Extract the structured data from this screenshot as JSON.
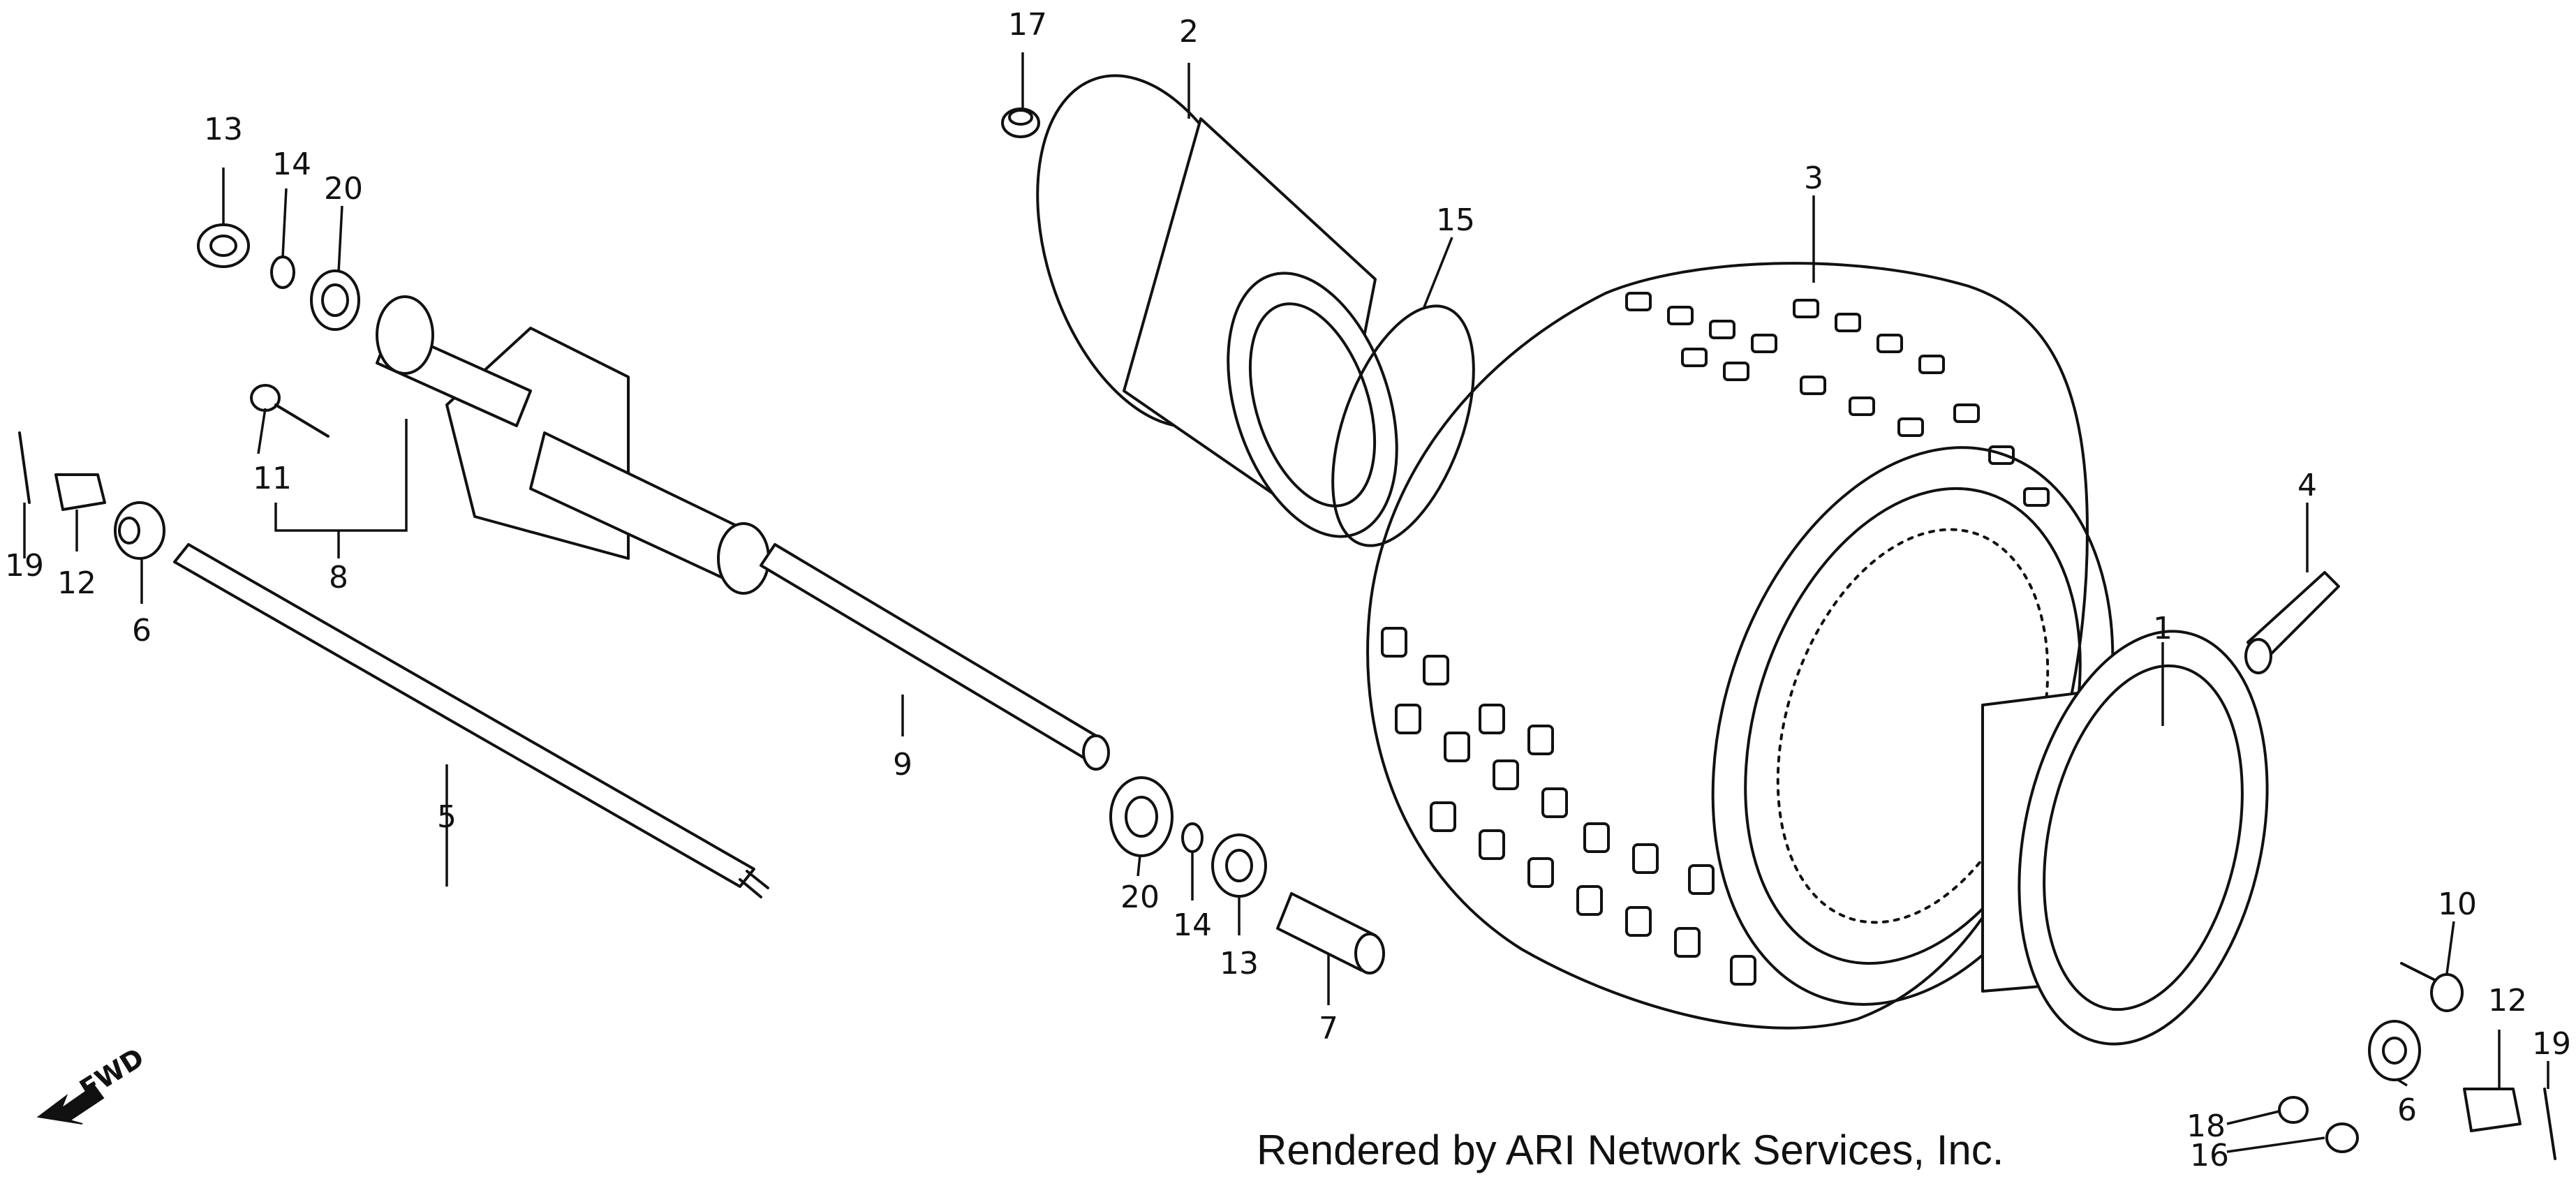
{
  "credit": "Rendered by ARI Network Services, Inc.",
  "direction_label": "FWD",
  "direction_icon": "arrow-down-left-icon",
  "callouts": {
    "c1": "1",
    "c2": "2",
    "c3": "3",
    "c4": "4",
    "c5": "5",
    "c6a": "6",
    "c6b": "6",
    "c7": "7",
    "c8": "8",
    "c9": "9",
    "c10": "10",
    "c11": "11",
    "c12a": "12",
    "c12b": "12",
    "c13a": "13",
    "c13b": "13",
    "c14a": "14",
    "c14b": "14",
    "c15": "15",
    "c16": "16",
    "c17": "17",
    "c18": "18",
    "c19a": "19",
    "c19b": "19",
    "c20a": "20",
    "c20b": "20"
  }
}
